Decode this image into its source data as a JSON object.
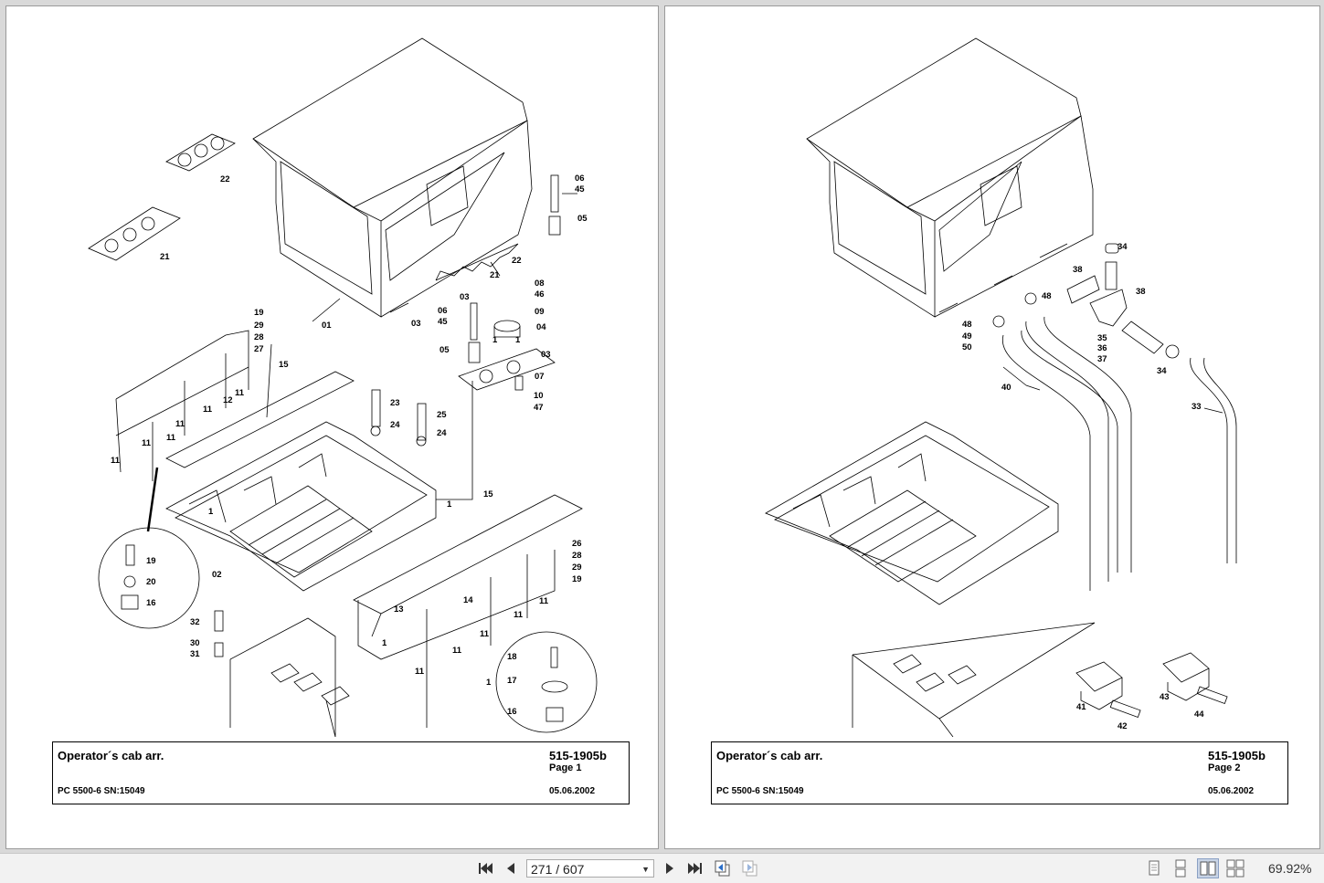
{
  "pages": [
    {
      "title": "Operator´s cab arr.",
      "doc_number": "515-1905b",
      "page_label": "Page 1",
      "model": "PC 5500-6 SN:15049",
      "date": "05.06.2002"
    },
    {
      "title": "Operator´s cab arr.",
      "doc_number": "515-1905b",
      "page_label": "Page 2",
      "model": "PC 5500-6 SN:15049",
      "date": "05.06.2002"
    }
  ],
  "page1_labels": [
    "22",
    "21",
    "01",
    "03",
    "06",
    "45",
    "05",
    "08",
    "46",
    "09",
    "04",
    "03",
    "06",
    "45",
    "05",
    "1",
    "1",
    "03",
    "07",
    "10",
    "47",
    "21",
    "22",
    "19",
    "29",
    "28",
    "27",
    "15",
    "11",
    "12",
    "11",
    "11",
    "11",
    "11",
    "11",
    "23",
    "24",
    "25",
    "24",
    "1",
    "1",
    "15",
    "26",
    "28",
    "29",
    "19",
    "19",
    "20",
    "16",
    "02",
    "13",
    "14",
    "11",
    "11",
    "11",
    "32",
    "30",
    "31",
    "1",
    "11",
    "11",
    "18",
    "17",
    "16",
    "1"
  ],
  "page2_labels": [
    "34",
    "38",
    "38",
    "48",
    "48",
    "49",
    "50",
    "35",
    "36",
    "37",
    "34",
    "40",
    "33",
    "41",
    "42",
    "43",
    "44"
  ],
  "toolbar": {
    "page_input": "271 / 607",
    "zoom": "69.92%",
    "icons": [
      "first-page-icon",
      "prev-page-icon",
      "next-page-icon",
      "last-page-icon",
      "previous-view-icon",
      "next-view-icon",
      "single-page-icon",
      "continuous-icon",
      "facing-icon",
      "continuous-facing-icon"
    ]
  }
}
